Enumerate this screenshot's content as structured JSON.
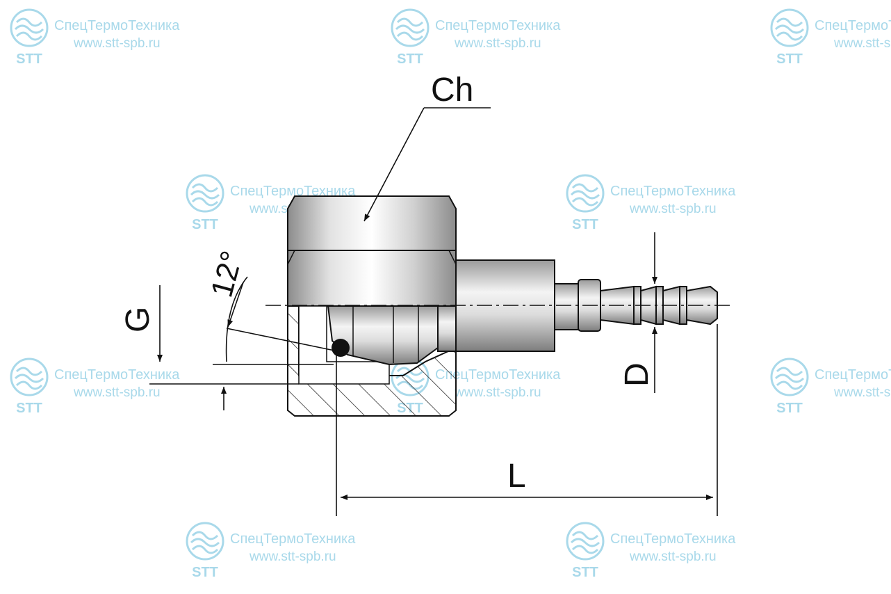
{
  "watermark": {
    "company": "СпецТермоТехника",
    "url": "www.stt-spb.ru",
    "abbr": "STT",
    "color": "#a9d9ea"
  },
  "diagram": {
    "labels": {
      "wrench_size": "Ch",
      "thread": "G",
      "angle": "12°",
      "hose_diameter": "D",
      "length": "L"
    },
    "colors": {
      "outline": "#111111",
      "metal_light": "#f4f4f4",
      "metal_mid": "#c9c9c9",
      "metal_dark": "#8c8c8c"
    }
  }
}
